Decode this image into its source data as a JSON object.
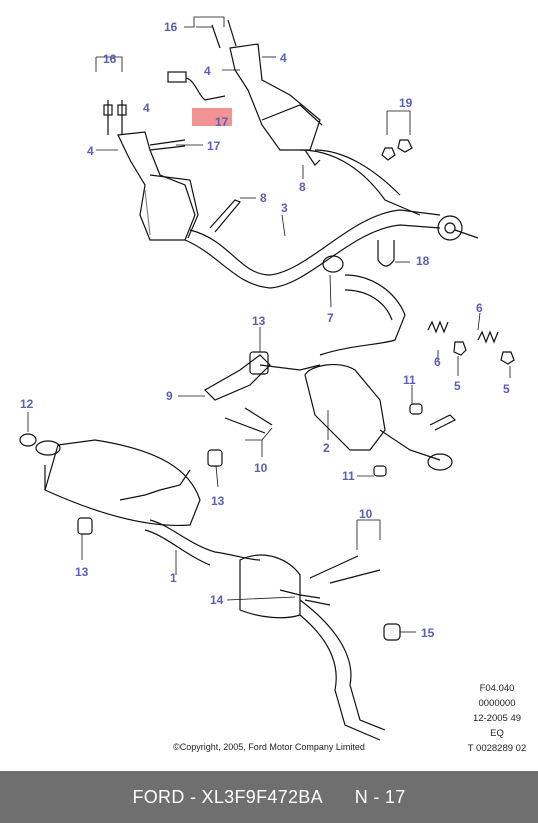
{
  "colors": {
    "callout": "#5a5fb8",
    "highlight": "#f08080",
    "line": "#111111",
    "footer_bg": "#6f6f6f",
    "footer_text": "#ffffff"
  },
  "callouts": {
    "c16a": "16",
    "c4a": "4",
    "c4b": "4",
    "c17a": "17",
    "c16b": "16",
    "c4c": "4",
    "c4d": "4",
    "c17b": "17",
    "c19": "19",
    "c8a": "8",
    "c8b": "8",
    "c3": "3",
    "c18": "18",
    "c7": "7",
    "c6a": "6",
    "c6b": "6",
    "c5a": "5",
    "c5b": "5",
    "c13a": "13",
    "c9": "9",
    "c12": "12",
    "c11a": "11",
    "c2": "2",
    "c10a": "10",
    "c11b": "11",
    "c13b": "13",
    "c13c": "13",
    "c1": "1",
    "c10b": "10",
    "c14": "14",
    "c15": "15"
  },
  "meta": {
    "line1": "F04.040",
    "line2": "0000000",
    "line3": "12-2005 49",
    "line4": "EQ",
    "line5": "T 0028289 02",
    "copyright": "©Copyright, 2005, Ford Motor Company Limited"
  },
  "footer": {
    "brand": "FORD",
    "part_number": "XL3F9F472BA",
    "ref": "N - 17"
  }
}
